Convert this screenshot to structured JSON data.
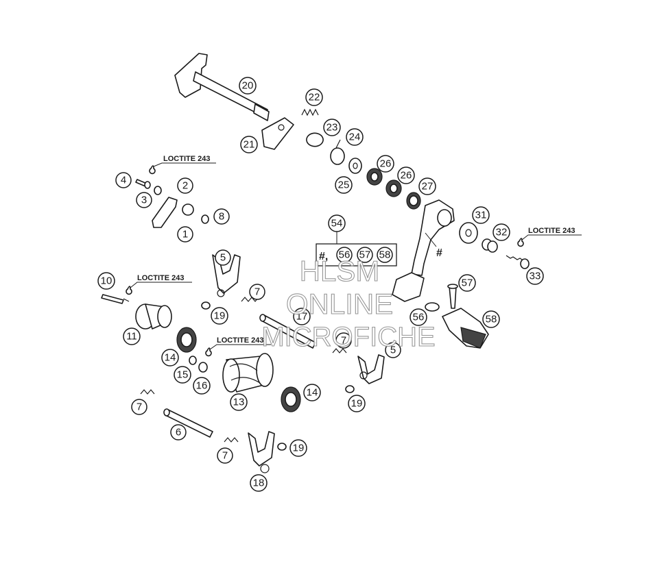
{
  "callouts": {
    "c1": "1",
    "c2": "2",
    "c3": "3",
    "c4": "4",
    "c5a": "5",
    "c5b": "5",
    "c6": "6",
    "c7a": "7",
    "c7b": "7",
    "c7c": "7",
    "c7d": "7",
    "c8": "8",
    "c10": "10",
    "c11": "11",
    "c13": "13",
    "c14a": "14",
    "c14b": "14",
    "c15": "15",
    "c16": "16",
    "c17": "17",
    "c18": "18",
    "c19a": "19",
    "c19b": "19",
    "c19c": "19",
    "c20": "20",
    "c21": "21",
    "c22": "22",
    "c23": "23",
    "c24": "24",
    "c25": "25",
    "c26a": "26",
    "c26b": "26",
    "c27": "27",
    "c31": "31",
    "c32": "32",
    "c33": "33",
    "c54": "54",
    "c56a": "56",
    "c57a": "57",
    "c58a": "58",
    "c56b": "56",
    "c57b": "57",
    "c58b": "58"
  },
  "notes": {
    "loctite_1": "LOCTITE 243",
    "loctite_2": "LOCTITE 243",
    "loctite_3": "LOCTITE 243",
    "loctite_4": "LOCTITE 243"
  },
  "markers": {
    "hash_box": "#,",
    "hash_lever": "#"
  },
  "watermark": {
    "line1": "HLSM",
    "line2": "ONLINE",
    "line3": "MICROFICHE"
  }
}
